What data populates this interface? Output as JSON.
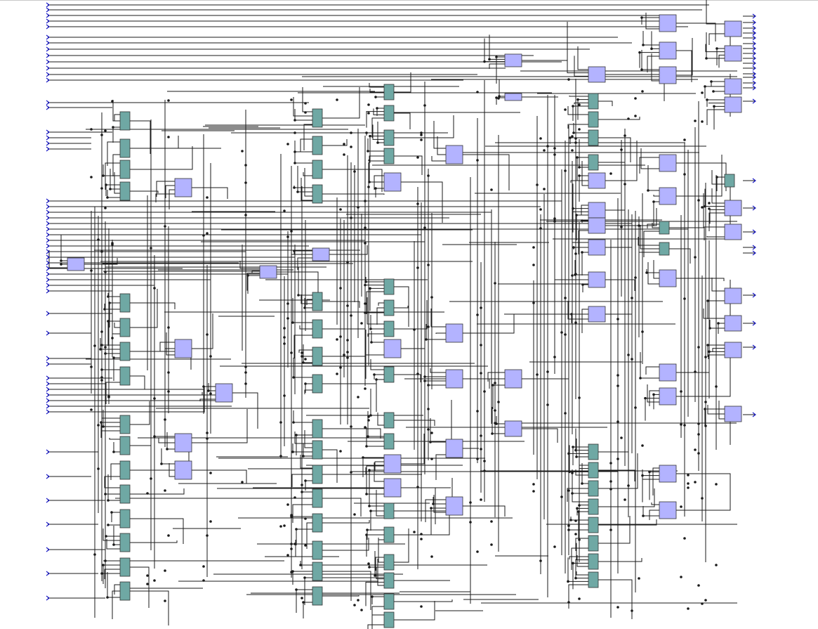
{
  "colors": {
    "background": "#ffffff",
    "wire": "#1a1a1a",
    "port_arrow": "#1c1cc8",
    "teal_cell_fill": "#6fa8a4",
    "purple_cell_fill": "#b3b3ff",
    "cell_stroke": "#333333",
    "junction": "#1a1a1a"
  },
  "schematic": {
    "input_ports": 56,
    "output_ports": 26,
    "teal_cells": 96,
    "purple_cells": 54
  }
}
